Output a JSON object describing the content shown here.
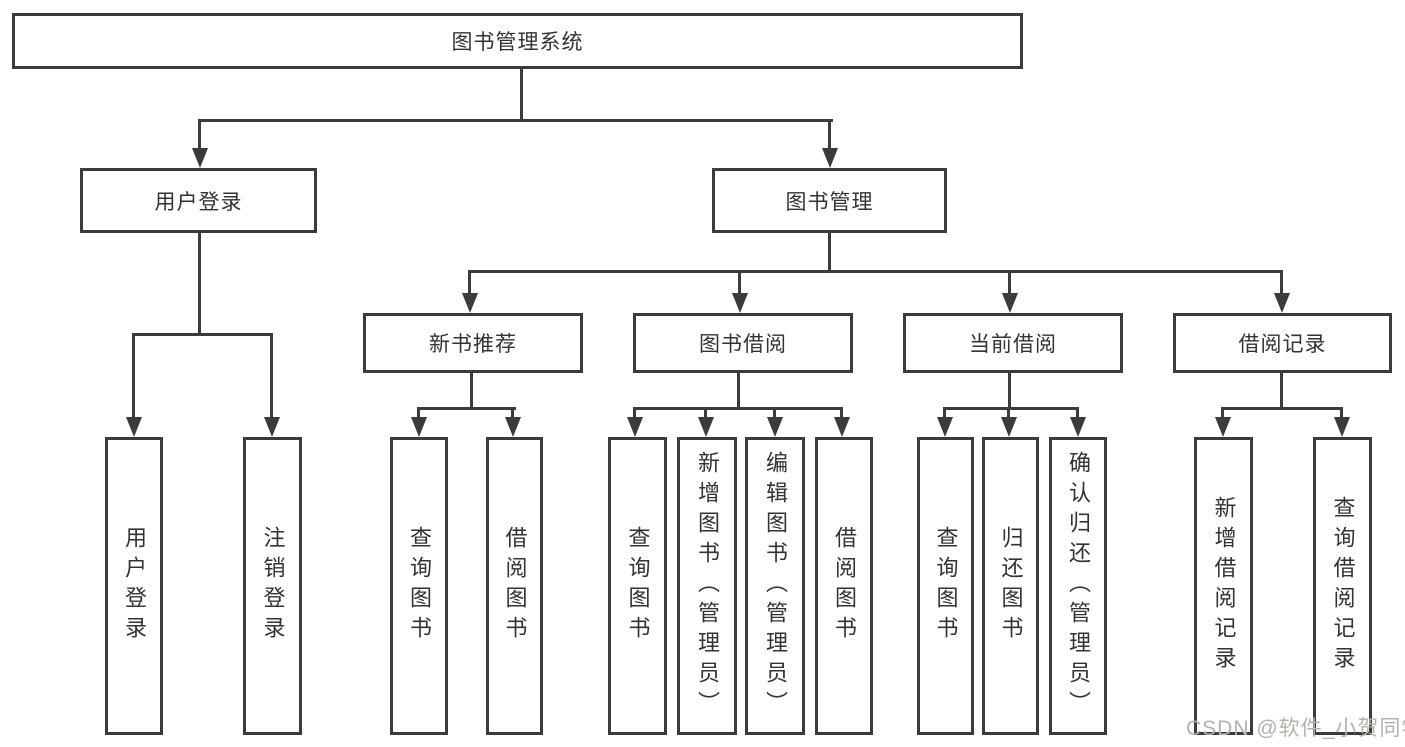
{
  "tree": {
    "label": "图书管理系统",
    "children": [
      {
        "label": "用户登录",
        "children": [
          {
            "label": "用户登录"
          },
          {
            "label": "注销登录"
          }
        ]
      },
      {
        "label": "图书管理",
        "children": [
          {
            "label": "新书推荐",
            "children": [
              {
                "label": "查询图书"
              },
              {
                "label": "借阅图书"
              }
            ]
          },
          {
            "label": "图书借阅",
            "children": [
              {
                "label": "查询图书"
              },
              {
                "label": "新增图书（管理员）"
              },
              {
                "label": "编辑图书（管理员）"
              },
              {
                "label": "借阅图书"
              }
            ]
          },
          {
            "label": "当前借阅",
            "children": [
              {
                "label": "查询图书"
              },
              {
                "label": "归还图书"
              },
              {
                "label": "确认归还（管理员）"
              }
            ]
          },
          {
            "label": "借阅记录",
            "children": [
              {
                "label": "新增借阅记录"
              },
              {
                "label": "查询借阅记录"
              }
            ]
          }
        ]
      }
    ]
  },
  "watermark": {
    "text": "CSDN @软件_小贺同学"
  },
  "colors": {
    "line": "#3b3b3b",
    "text": "#333333",
    "watermark": "#b7b1ab",
    "background": "#ffffff"
  }
}
